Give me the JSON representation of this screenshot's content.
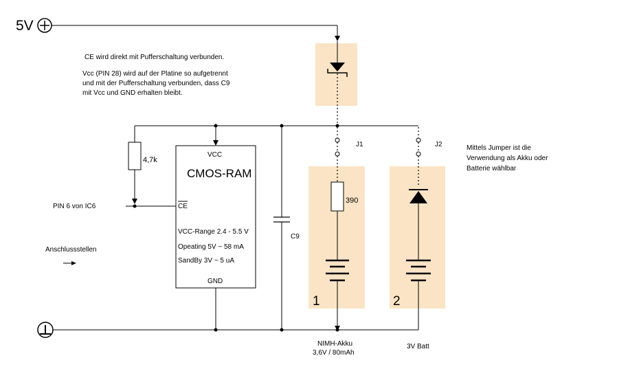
{
  "supply": {
    "label": "5V",
    "plus_symbol": "+"
  },
  "notes": {
    "line1": "CE wird direkt mit Pufferschaltung verbunden.",
    "line2": "Vcc (PIN 28) wird auf der Platine so aufgetrennt",
    "line3": "und mit der Pufferschaltung verbunden, dass C9",
    "line4": "mit Vcc und GND erhalten bleibt."
  },
  "resistor_pullup": {
    "label": "4,7k"
  },
  "ic": {
    "vcc_pin": "VCC",
    "title": "CMOS-RAM",
    "ce_pin": "CE",
    "spec1": "VCC-Range 2.4 - 5.5 V",
    "spec2": "Opeating  5V ~ 58 mA",
    "spec3": "SandBy  3V ~ 5 uA",
    "gnd_pin": "GND"
  },
  "pin6_label": "PIN 6 von IC6",
  "connection_points": {
    "label": "Anschlussstellen"
  },
  "capacitor": {
    "label": "C9"
  },
  "jumpers": {
    "j1": "J1",
    "j2": "J2"
  },
  "jumper_note": {
    "line1": "Mittels Jumper ist die",
    "line2": "Verwendung als Akku oder",
    "line3": "Batterie wählbar"
  },
  "resistor_390": {
    "label": "390"
  },
  "option1": {
    "number": "1",
    "caption1": "NIMH-Akku",
    "caption2": "3,6V / 80mAh"
  },
  "option2": {
    "number": "2",
    "caption": "3V Batt"
  },
  "colors": {
    "panel_fill": "#fae4c5",
    "ink": "#000000"
  },
  "icons": [
    "plus-terminal-icon",
    "ground-terminal-icon",
    "diode-icon",
    "battery-icon",
    "resistor-icon",
    "capacitor-icon",
    "arrow-icon"
  ]
}
